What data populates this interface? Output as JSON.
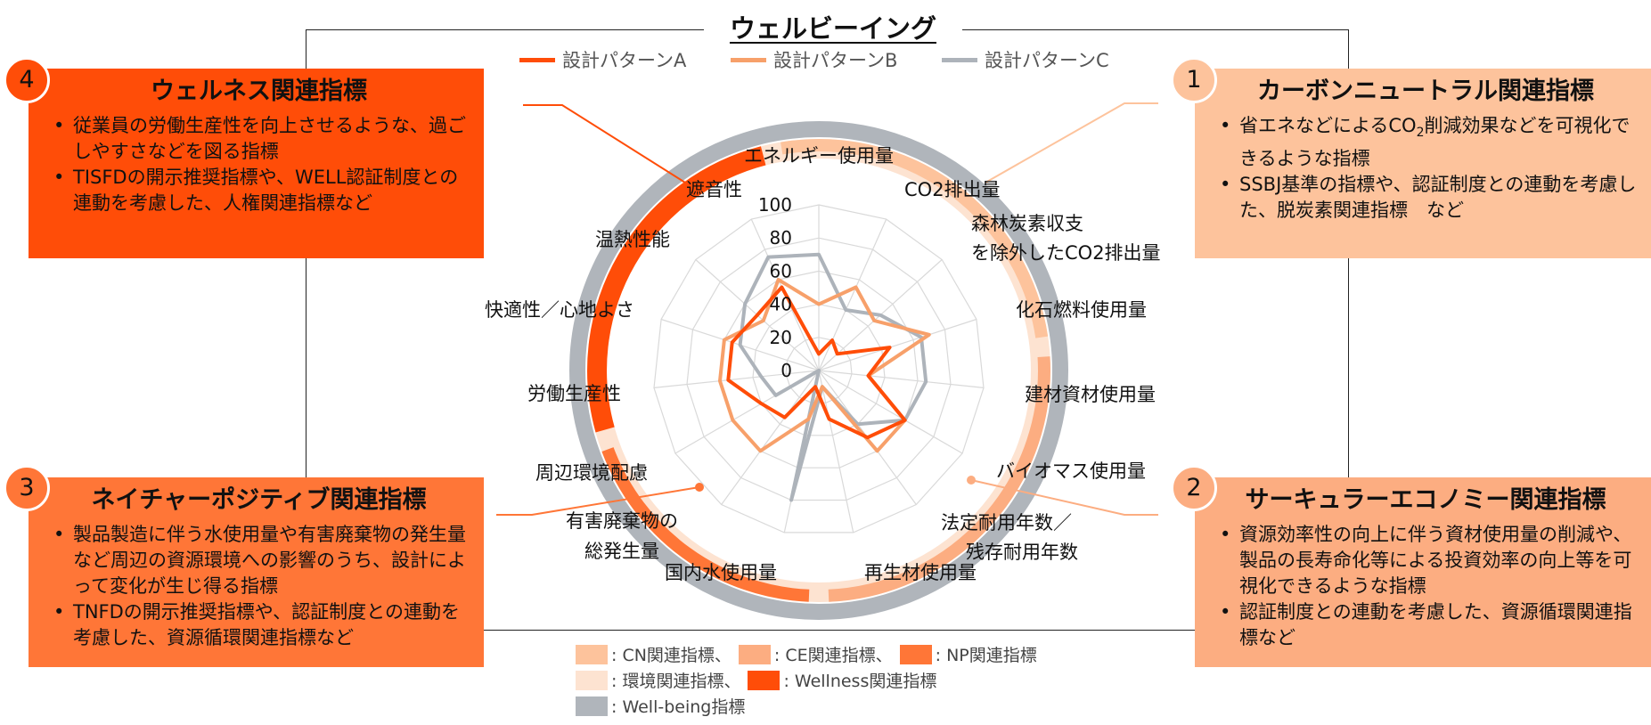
{
  "title": "ウェルビーイング",
  "colors": {
    "series_a": "#ff4d08",
    "series_b": "#f7a06a",
    "series_c": "#adb3ba",
    "cn": "#fdc39c",
    "ce": "#fcad81",
    "np": "#ff7637",
    "env": "#fde3d1",
    "wellness": "#ff4d08",
    "wellbeing": "#b0b5bb"
  },
  "panels": {
    "wellness": {
      "number": "4",
      "title": "ウェルネス関連指標",
      "bullets": [
        "従業員の労働生産性を向上させるような、過ごしやすさなどを図る指標",
        "TISFDの開示推奨指標や、WELL認証制度との連動を考慮した、人権関連指標など"
      ]
    },
    "carbon": {
      "number": "1",
      "title": "カーボンニュートラル関連指標",
      "bullet1_pre": "省エネなどによるCO",
      "bullet1_sub": "2",
      "bullet1_post": "削減効果などを可視化できるような指標",
      "bullet2": "SSBJ基準の指標や、認証制度との連動を考慮した、脱炭素関連指標　など"
    },
    "nature": {
      "number": "3",
      "title": "ネイチャーポジティブ関連指標",
      "bullets": [
        "製品製造に伴う水使用量や有害廃棄物の発生量など周辺の資源環境への影響のうち、設計によって変化が生じ得る指標",
        "TNFDの開示推奨指標や、認証制度との連動を考慮した、資源循環関連指標など"
      ]
    },
    "circular": {
      "number": "2",
      "title": "サーキュラーエコノミー関連指標",
      "bullets": [
        "資源効率性の向上に伴う資材使用量の削減や、製品の長寿命化等による投資効率の向上等を可視化できるような指標",
        "認証制度との連動を考慮した、資源循環関連指標など"
      ]
    }
  },
  "category_legend": {
    "cn": ": CN関連指標、",
    "ce": ": CE関連指標、",
    "np": ": NP関連指標",
    "env": ": 環境関連指標、",
    "wellness": ": Wellness関連指標",
    "wellbeing": ": Well-being指標"
  },
  "chart_data": {
    "type": "radar",
    "title": "ウェルビーイング",
    "rlim": [
      0,
      100
    ],
    "ticks": [
      "0",
      "20",
      "40",
      "60",
      "80",
      "100"
    ],
    "axes": [
      "エネルギー使用量",
      "CO2排出量",
      "森林炭素収支を除外したCO2排出量",
      "化石燃料使用量",
      "建材資材使用量",
      "バイオマス使用量",
      "法定耐用年数／残存耐用年数",
      "再生材使用量",
      "国内水使用量",
      "有害廃棄物の総発生量",
      "周辺環境配慮",
      "労働生産性",
      "快適性／心地よさ",
      "温熱性能",
      "遮音性"
    ],
    "series": [
      {
        "name": "設計パターンA",
        "values": [
          10,
          20,
          15,
          45,
          30,
          60,
          50,
          30,
          10,
          35,
          40,
          55,
          55,
          50,
          55
        ]
      },
      {
        "name": "設計パターンB",
        "values": [
          40,
          55,
          45,
          70,
          30,
          60,
          60,
          10,
          30,
          60,
          60,
          60,
          60,
          45,
          60
        ]
      },
      {
        "name": "設計パターンC",
        "values": [
          70,
          40,
          50,
          65,
          65,
          60,
          40,
          10,
          80,
          0,
          30,
          35,
          50,
          60,
          75
        ]
      }
    ],
    "category_rings": [
      {
        "category": "CN",
        "axes_from": 0,
        "axes_to": 3
      },
      {
        "category": "CE",
        "axes_from": 4,
        "axes_to": 7
      },
      {
        "category": "NP",
        "axes_from": 8,
        "axes_to": 10
      },
      {
        "category": "Wellness",
        "axes_from": 11,
        "axes_to": 14
      }
    ],
    "legend": "top"
  }
}
